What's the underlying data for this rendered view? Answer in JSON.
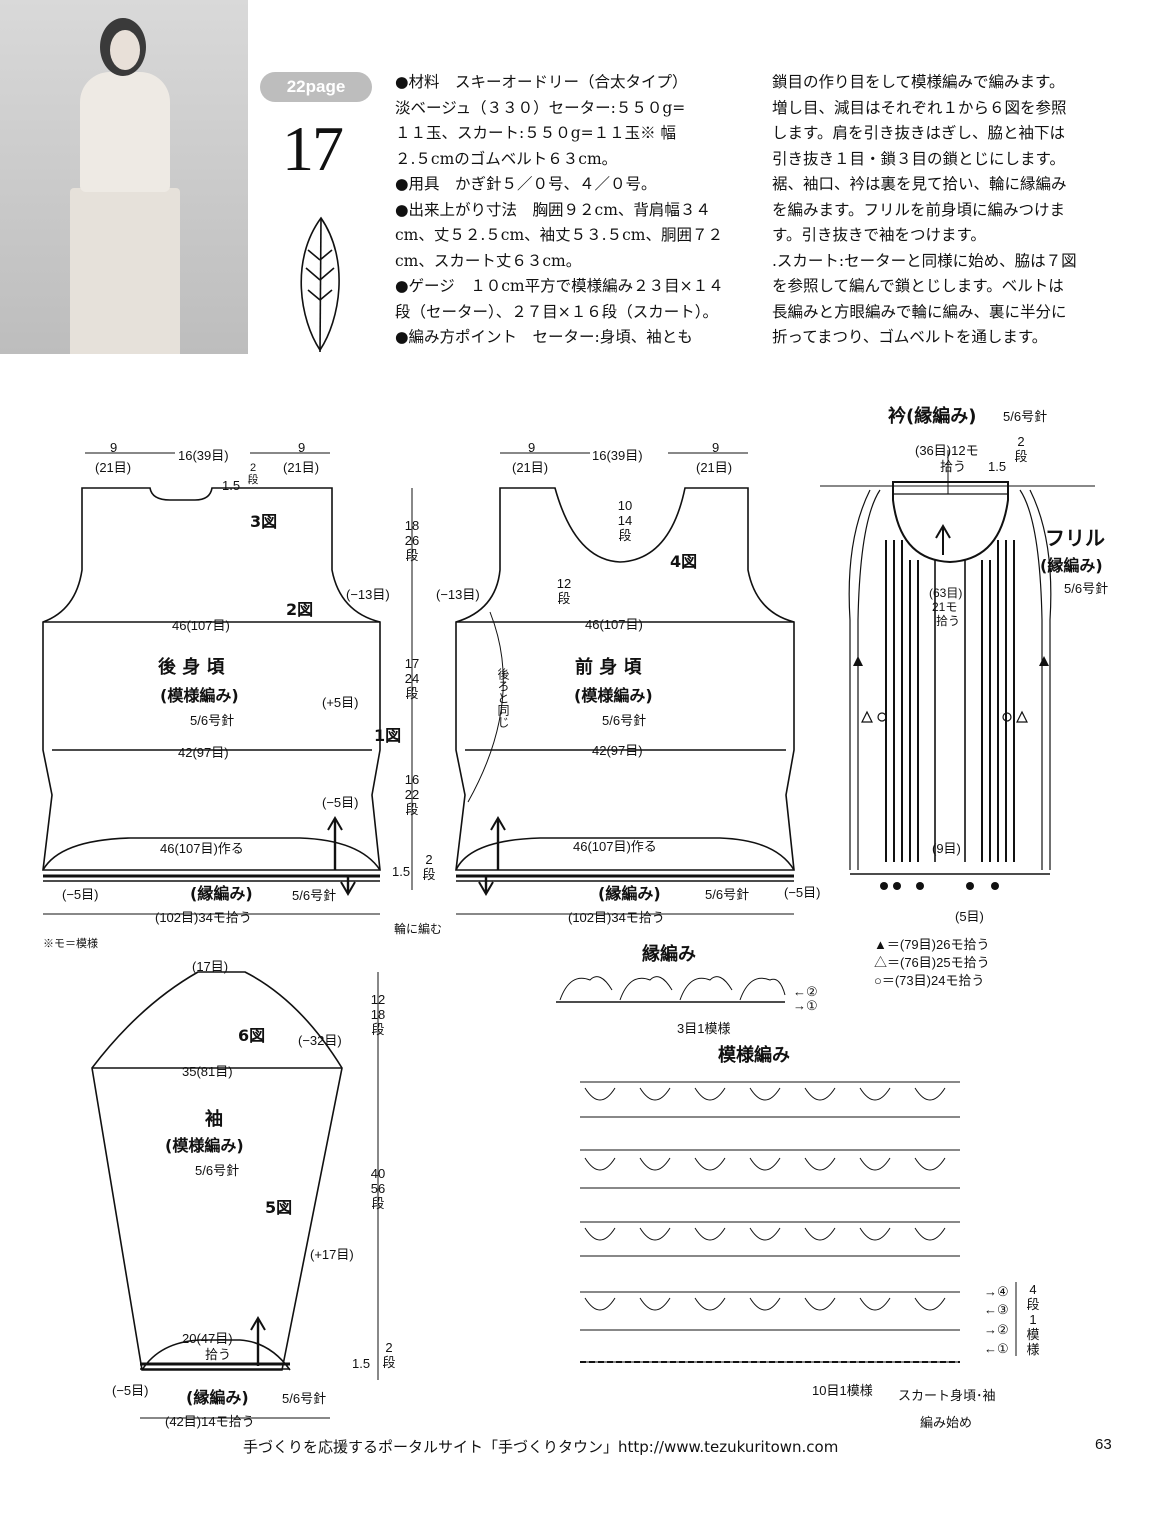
{
  "header": {
    "page_badge": "22page",
    "pattern_number": "17",
    "text_left": "●材料　スキーオードリー（合太タイプ）\n淡ベージュ（３３０）セーター:５５０g=\n１１玉、スカート:５５０g=１１玉※ 幅\n２.５cmのゴムベルト６３cm。\n●用具　かぎ針５／０号、４／０号。\n●出来上がり寸法　胸囲９２cm、背肩幅３４\ncm、丈５２.５cm、袖丈５３.５cm、胴囲７２\ncm、スカート丈６３cm。\n●ゲージ　１０cm平方で模様編み２３目×１４\n段（セーター）、２７目×１６段（スカート）。\n●編み方ポイント　セーター:身頃、袖とも",
    "text_right": "鎖目の作り目をして模様編みで編みます。\n増し目、減目はそれぞれ１から６図を参照\nします。肩を引き抜きはぎし、脇と袖下は\n引き抜き１目・鎖３目の鎖とじにします。\n裾、袖口、衿は裏を見て拾い、輪に縁編み\nを編みます。フリルを前身頃に編みつけま\nす。引き抜きで袖をつけます。\n.スカート:セーターと同様に始め、脇は７図\nを参照して編んで鎖とじします。ベルトは\n長編みと方眼編みで輪に編み、裏に半分に\n折ってまつり、ゴムベルトを通します。"
  },
  "back": {
    "dim_left": "9",
    "dim_left2": "(21目)",
    "dim_mid": "16(39目)",
    "dim_right": "9",
    "dim_right2": "(21目)",
    "neck": "1.5",
    "fig3": "3図",
    "fig2": "2図",
    "dec13": "(−13目)",
    "w46": "46(107目)",
    "title": "後 身 頃",
    "sub": "(模様編み)",
    "needle": "5/6号針",
    "inc5": "(+5目)",
    "fig1": "1図",
    "w42": "42(97目)",
    "dec5": "(−5目)",
    "cast": "46(107目)作る",
    "dec5b": "(−5目)",
    "edge": "(縁編み)",
    "edge_needle": "5/6号針",
    "pick": "(102目)34モ拾う",
    "note": "※モ＝模様"
  },
  "center": {
    "v18": "18\n26\n段",
    "v17": "17\n24\n段",
    "v16": "16\n22\n段",
    "v15": "1.5",
    "v2": "2\n段",
    "v2b": "2\n段",
    "round": "輪に編む"
  },
  "front": {
    "dim_left": "9",
    "dim_left2": "(21目)",
    "dim_mid": "16(39目)",
    "dim_right": "9",
    "dim_right2": "(21目)",
    "neck_v": "10\n14\n段",
    "fig4": "4図",
    "v12": "12\n段",
    "dec13": "(−13目)",
    "w46": "46(107目)",
    "title": "前 身 頃",
    "sub": "(模様編み)",
    "needle": "5/6号針",
    "same": "後ろと同じ",
    "w42": "42(97目)",
    "cast": "46(107目)作る",
    "edge": "(縁編み)",
    "edge_needle": "5/6号針",
    "dec5": "(−5目)",
    "pick": "(102目)34モ拾う"
  },
  "collar": {
    "title": "衿(縁編み)",
    "needle": "5/6号針",
    "top": "(36目)12モ",
    "top2": "拾う",
    "h15": "1.5",
    "h2": "2\n段",
    "frill": "フリル",
    "frill_sub": "(縁編み)",
    "frill_needle": "5/6号針",
    "mid": "(63目)",
    "mid2": "21モ",
    "mid3": "拾う",
    "bottom9": "(9目)",
    "bottom5": "(5目)",
    "legend1": "▲＝(79目)26モ拾う",
    "legend2": "△＝(76目)25モ拾う",
    "legend3": "○＝(73目)24モ拾う"
  },
  "sleeve": {
    "top": "(17目)",
    "fig6": "6図",
    "dec32": "(−32目)",
    "w35": "35(81目)",
    "v12": "12\n18\n段",
    "title": "袖",
    "sub": "(模様編み)",
    "needle": "5/6号針",
    "fig5": "5図",
    "v40": "40\n56\n段",
    "inc17": "(+17目)",
    "w20": "20(47目)",
    "w20b": "拾う",
    "v15": "1.5",
    "v2": "2\n段",
    "dec5": "(−5目)",
    "edge": "(縁編み)",
    "edge_needle": "5/6号針",
    "pick": "(42目)14モ拾う"
  },
  "edge_chart": {
    "title": "縁編み",
    "row2": "←②",
    "row1": "→①",
    "repeat": "3目1模様"
  },
  "pattern_chart": {
    "title": "模様編み",
    "r4": "→④",
    "r3": "←③",
    "r2": "→②",
    "r1": "←①",
    "rows": "4\n段\n1\n模\n様",
    "repeat": "10目1模様",
    "start_a": "スカート",
    "start_b": "身頃･袖",
    "start": "編み始め"
  },
  "footer": {
    "text": "手づくりを応援するポータルサイト「手づくりタウン」http://www.tezukuritown.com",
    "page": "63"
  }
}
